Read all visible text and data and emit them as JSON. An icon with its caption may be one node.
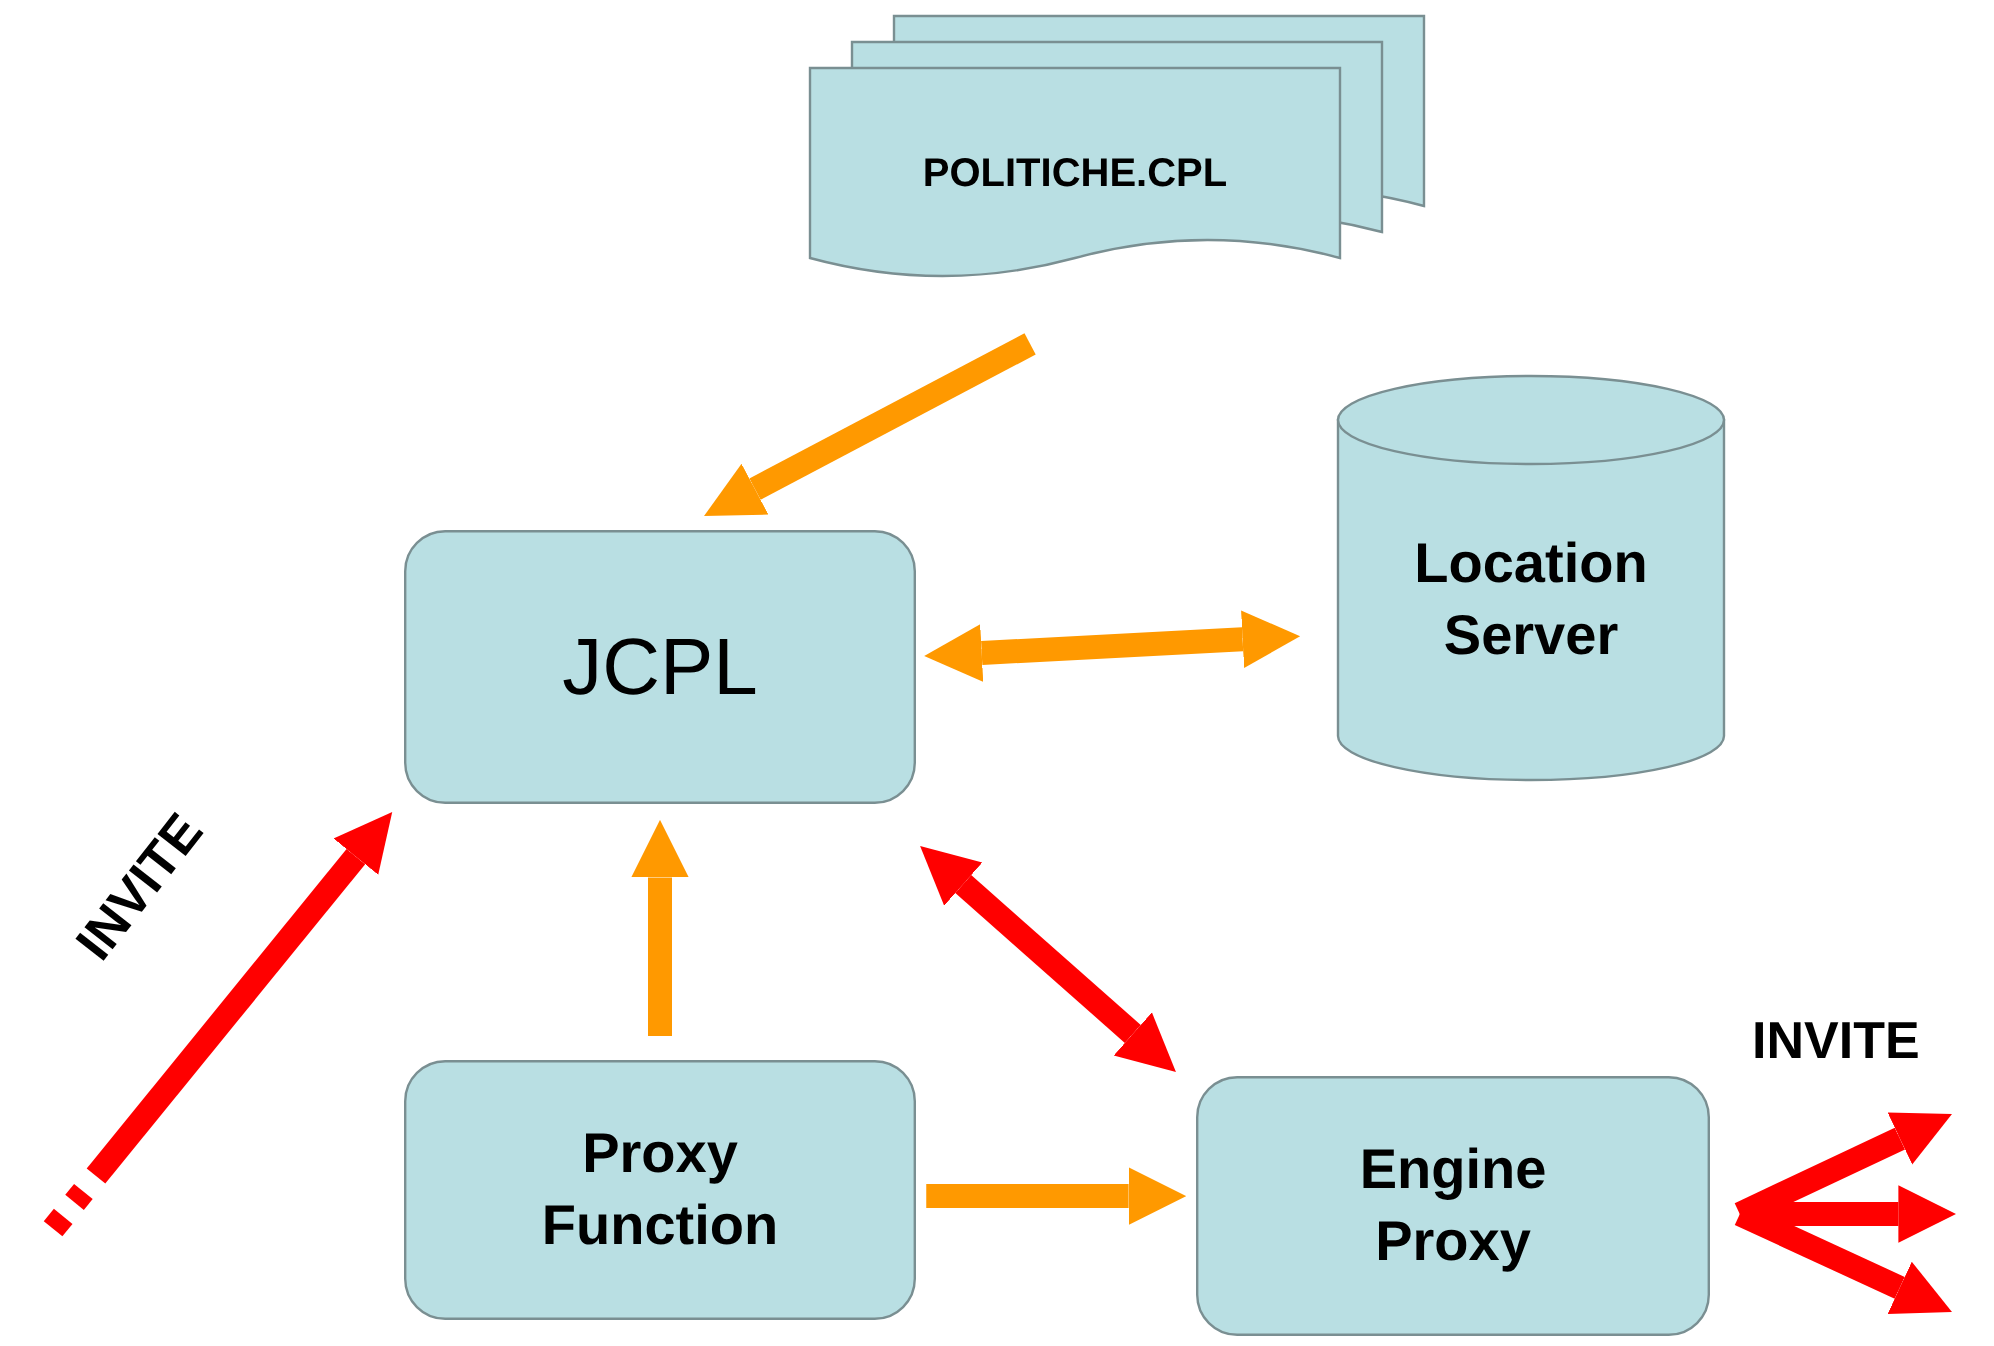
{
  "diagram": {
    "nodes": [
      {
        "text": [
          "POLITICHE.CPL"
        ]
      },
      {
        "text": [
          "JCPL"
        ]
      },
      {
        "text": [
          "Location Server"
        ]
      },
      {
        "text": [
          "Proxy Function"
        ]
      },
      {
        "text": [
          "Engine Proxy"
        ]
      }
    ],
    "edges": [
      {
        "from": 0,
        "to": 1,
        "arrow": "to",
        "color": "#ff9900"
      },
      {
        "from": 1,
        "to": 2,
        "arrow": "both",
        "color": "#ff9900"
      },
      {
        "from": 3,
        "to": 1,
        "arrow": "to",
        "color": "#ff9900"
      },
      {
        "from": 1,
        "to": 4,
        "arrow": "both"
      },
      {
        "from": 3,
        "to": 4,
        "arrow": "to",
        "color": "#ff9900"
      },
      {
        "from": null,
        "to": 1,
        "arrow": "to"
      },
      {
        "from": 4,
        "to": null,
        "arrow": "to"
      },
      {
        "from": 4,
        "to": null,
        "arrow": "to"
      },
      {
        "from": 4,
        "to": null,
        "arrow": "to"
      }
    ],
    "labels": [
      "INVITE",
      "INVITE"
    ]
  }
}
